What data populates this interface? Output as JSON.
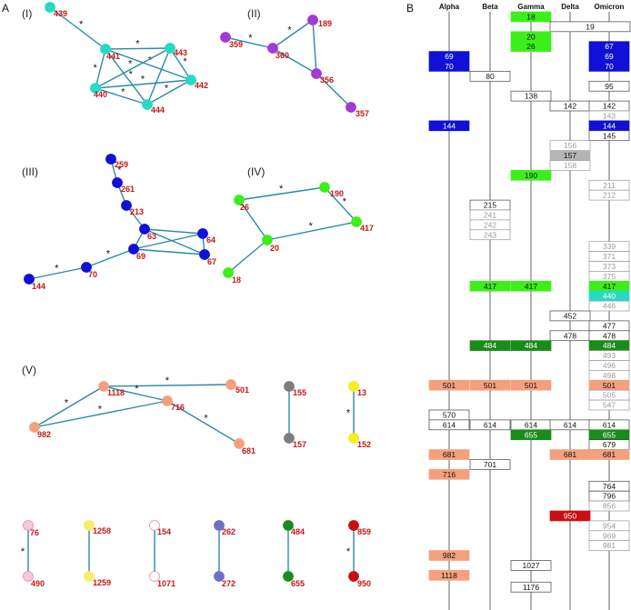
{
  "panels": {
    "a": "A",
    "b": "B"
  },
  "networks": [
    {
      "label": "(I)",
      "color": "#28d9c4",
      "nodes": [
        {
          "id": "439"
        },
        {
          "id": "441"
        },
        {
          "id": "443"
        },
        {
          "id": "440"
        },
        {
          "id": "442"
        },
        {
          "id": "444"
        }
      ],
      "edges": [
        [
          "439",
          "441",
          true
        ],
        [
          "441",
          "443",
          true
        ],
        [
          "441",
          "440",
          true
        ],
        [
          "441",
          "442",
          true
        ],
        [
          "441",
          "444",
          true
        ],
        [
          "443",
          "440",
          true
        ],
        [
          "443",
          "442",
          true
        ],
        [
          "443",
          "444",
          false
        ],
        [
          "440",
          "442",
          true
        ],
        [
          "440",
          "444",
          true
        ],
        [
          "444",
          "442",
          true
        ]
      ]
    },
    {
      "label": "(II)",
      "color": "#a23ad6",
      "nodes": [
        {
          "id": "189"
        },
        {
          "id": "359"
        },
        {
          "id": "360"
        },
        {
          "id": "356"
        },
        {
          "id": "357"
        }
      ],
      "edges": [
        [
          "359",
          "360",
          true
        ],
        [
          "360",
          "189",
          true
        ],
        [
          "189",
          "356",
          false
        ],
        [
          "360",
          "356",
          false
        ],
        [
          "356",
          "357",
          false
        ]
      ]
    },
    {
      "label": "(III)",
      "color": "#1010d8",
      "nodes": [
        {
          "id": "259"
        },
        {
          "id": "261"
        },
        {
          "id": "213"
        },
        {
          "id": "63"
        },
        {
          "id": "64"
        },
        {
          "id": "69"
        },
        {
          "id": "67"
        },
        {
          "id": "70"
        },
        {
          "id": "144"
        }
      ],
      "edges": [
        [
          "259",
          "261",
          true
        ],
        [
          "261",
          "213",
          false
        ],
        [
          "213",
          "63",
          false
        ],
        [
          "63",
          "64",
          false
        ],
        [
          "63",
          "69",
          false
        ],
        [
          "63",
          "67",
          false
        ],
        [
          "64",
          "69",
          false
        ],
        [
          "64",
          "67",
          false
        ],
        [
          "69",
          "67",
          false
        ],
        [
          "69",
          "70",
          true
        ],
        [
          "70",
          "144",
          true
        ]
      ]
    },
    {
      "label": "(IV)",
      "color": "#3cef1a",
      "nodes": [
        {
          "id": "26"
        },
        {
          "id": "190"
        },
        {
          "id": "417"
        },
        {
          "id": "20"
        },
        {
          "id": "18"
        }
      ],
      "edges": [
        [
          "26",
          "190",
          true
        ],
        [
          "190",
          "417",
          true
        ],
        [
          "26",
          "20",
          false
        ],
        [
          "20",
          "417",
          true
        ],
        [
          "20",
          "18",
          false
        ]
      ]
    },
    {
      "label": "(V)",
      "color": "#f4a07e",
      "nodes": [
        {
          "id": "1118"
        },
        {
          "id": "501"
        },
        {
          "id": "982"
        },
        {
          "id": "716"
        },
        {
          "id": "681"
        }
      ],
      "edges": [
        [
          "1118",
          "501",
          true
        ],
        [
          "1118",
          "982",
          true
        ],
        [
          "1118",
          "716",
          true
        ],
        [
          "982",
          "716",
          true
        ],
        [
          "716",
          "681",
          true
        ]
      ]
    },
    {
      "label": "",
      "color": "#7e7e7e",
      "nodes": [
        {
          "id": "155"
        },
        {
          "id": "157"
        }
      ],
      "edges": [
        [
          "155",
          "157",
          false
        ]
      ]
    },
    {
      "label": "",
      "color": "#f4ef1e",
      "nodes": [
        {
          "id": "13"
        },
        {
          "id": "152"
        }
      ],
      "edges": [
        [
          "13",
          "152",
          true
        ]
      ]
    },
    {
      "label": "",
      "color": "#f9c8de",
      "nodes": [
        {
          "id": "76"
        },
        {
          "id": "490"
        }
      ],
      "edges": [
        [
          "76",
          "490",
          true
        ]
      ]
    },
    {
      "label": "",
      "color": "#f6ee6a",
      "nodes": [
        {
          "id": "1258"
        },
        {
          "id": "1259"
        }
      ],
      "edges": [
        [
          "1258",
          "1259",
          false
        ]
      ]
    },
    {
      "label": "",
      "color": "#ffffff",
      "nodes": [
        {
          "id": "154"
        },
        {
          "id": "1071"
        }
      ],
      "edges": [
        [
          "154",
          "1071",
          false
        ]
      ]
    },
    {
      "label": "",
      "color": "#7070c8",
      "nodes": [
        {
          "id": "262"
        },
        {
          "id": "272"
        }
      ],
      "edges": [
        [
          "262",
          "272",
          false
        ]
      ]
    },
    {
      "label": "",
      "color": "#1a8c1a",
      "nodes": [
        {
          "id": "484"
        },
        {
          "id": "655"
        }
      ],
      "edges": [
        [
          "484",
          "655",
          false
        ]
      ]
    },
    {
      "label": "",
      "color": "#c81010",
      "nodes": [
        {
          "id": "859"
        },
        {
          "id": "950"
        }
      ],
      "edges": [
        [
          "859",
          "950",
          true
        ]
      ]
    }
  ],
  "table": {
    "columns": [
      "Alpha",
      "Beta",
      "Gamma",
      "Delta",
      "Omicron"
    ],
    "fill_colors": {
      "cyan": "#28d9c4",
      "blue": "#1010d8",
      "green": "#3cef1a",
      "dkgreen": "#1a8c1a",
      "salmon": "#f4a07e",
      "red": "#c81010",
      "gray": "#b4b4b4"
    },
    "rows": [
      {
        "cells": [
          null,
          null,
          {
            "t": "18",
            "c": "green"
          },
          null,
          null
        ]
      },
      {
        "cells": [
          null,
          null,
          null,
          {
            "t": "19",
            "c": "white",
            "span": 2
          },
          null
        ]
      },
      {
        "cells": [
          null,
          null,
          {
            "t": "20",
            "c": "green"
          },
          null,
          null
        ]
      },
      {
        "cells": [
          null,
          null,
          {
            "t": "26",
            "c": "green"
          },
          null,
          {
            "t": "67",
            "c": "blue"
          }
        ]
      },
      {
        "cells": [
          {
            "t": "69",
            "c": "blue"
          },
          null,
          null,
          null,
          {
            "t": "69",
            "c": "blue"
          }
        ]
      },
      {
        "cells": [
          {
            "t": "70",
            "c": "blue"
          },
          null,
          null,
          null,
          {
            "t": "70",
            "c": "blue"
          }
        ]
      },
      {
        "cells": [
          null,
          {
            "t": "80",
            "c": "white"
          },
          null,
          null,
          null
        ]
      },
      {
        "cells": [
          null,
          null,
          null,
          null,
          {
            "t": "95",
            "c": "white"
          }
        ]
      },
      {
        "cells": [
          null,
          null,
          {
            "t": "138",
            "c": "white"
          },
          null,
          null
        ]
      },
      {
        "cells": [
          null,
          null,
          null,
          {
            "t": "142",
            "c": "white"
          },
          {
            "t": "142",
            "c": "white"
          }
        ]
      },
      {
        "cells": [
          null,
          null,
          null,
          null,
          {
            "t": "143",
            "c": "faint"
          }
        ]
      },
      {
        "cells": [
          {
            "t": "144",
            "c": "blue"
          },
          null,
          null,
          null,
          {
            "t": "144",
            "c": "blue"
          }
        ]
      },
      {
        "cells": [
          null,
          null,
          null,
          null,
          {
            "t": "145",
            "c": "white"
          }
        ]
      },
      {
        "cells": [
          null,
          null,
          null,
          {
            "t": "156",
            "c": "faint"
          },
          null
        ]
      },
      {
        "cells": [
          null,
          null,
          null,
          {
            "t": "157",
            "c": "gray"
          },
          null
        ]
      },
      {
        "cells": [
          null,
          null,
          null,
          {
            "t": "158",
            "c": "faint"
          },
          null
        ]
      },
      {
        "cells": [
          null,
          null,
          {
            "t": "190",
            "c": "green"
          },
          null,
          null
        ]
      },
      {
        "cells": [
          null,
          null,
          null,
          null,
          {
            "t": "211",
            "c": "faint"
          }
        ]
      },
      {
        "cells": [
          null,
          null,
          null,
          null,
          {
            "t": "212",
            "c": "faint"
          }
        ]
      },
      {
        "cells": [
          null,
          {
            "t": "215",
            "c": "white"
          },
          null,
          null,
          null
        ]
      },
      {
        "cells": [
          null,
          {
            "t": "241",
            "c": "faint"
          },
          null,
          null,
          null
        ]
      },
      {
        "cells": [
          null,
          {
            "t": "242",
            "c": "faint"
          },
          null,
          null,
          null
        ]
      },
      {
        "cells": [
          null,
          {
            "t": "243",
            "c": "faint"
          },
          null,
          null,
          null
        ]
      },
      {
        "gap": true
      },
      {
        "cells": [
          null,
          null,
          null,
          null,
          {
            "t": "339",
            "c": "faint"
          }
        ]
      },
      {
        "cells": [
          null,
          null,
          null,
          null,
          {
            "t": "371",
            "c": "faint"
          }
        ]
      },
      {
        "cells": [
          null,
          null,
          null,
          null,
          {
            "t": "373",
            "c": "faint"
          }
        ]
      },
      {
        "cells": [
          null,
          null,
          null,
          null,
          {
            "t": "375",
            "c": "faint"
          }
        ]
      },
      {
        "cells": [
          null,
          {
            "t": "417",
            "c": "green"
          },
          {
            "t": "417",
            "c": "green"
          },
          null,
          {
            "t": "417",
            "c": "green"
          }
        ]
      },
      {
        "cells": [
          null,
          null,
          null,
          null,
          {
            "t": "440",
            "c": "cyan"
          }
        ]
      },
      {
        "cells": [
          null,
          null,
          null,
          null,
          {
            "t": "446",
            "c": "faint"
          }
        ]
      },
      {
        "cells": [
          null,
          null,
          null,
          {
            "t": "452",
            "c": "white"
          },
          null
        ]
      },
      {
        "cells": [
          null,
          null,
          null,
          null,
          {
            "t": "477",
            "c": "white"
          }
        ]
      },
      {
        "cells": [
          null,
          null,
          null,
          {
            "t": "478",
            "c": "white"
          },
          {
            "t": "478",
            "c": "white"
          }
        ]
      },
      {
        "cells": [
          null,
          {
            "t": "484",
            "c": "dkgreen"
          },
          {
            "t": "484",
            "c": "dkgreen"
          },
          null,
          {
            "t": "484",
            "c": "dkgreen"
          }
        ]
      },
      {
        "cells": [
          null,
          null,
          null,
          null,
          {
            "t": "493",
            "c": "faint"
          }
        ]
      },
      {
        "cells": [
          null,
          null,
          null,
          null,
          {
            "t": "496",
            "c": "faint"
          }
        ]
      },
      {
        "cells": [
          null,
          null,
          null,
          null,
          {
            "t": "498",
            "c": "faint"
          }
        ]
      },
      {
        "cells": [
          {
            "t": "501",
            "c": "salmon"
          },
          {
            "t": "501",
            "c": "salmon"
          },
          {
            "t": "501",
            "c": "salmon"
          },
          null,
          {
            "t": "501",
            "c": "salmon"
          }
        ]
      },
      {
        "cells": [
          null,
          null,
          null,
          null,
          {
            "t": "505",
            "c": "faint"
          }
        ]
      },
      {
        "cells": [
          null,
          null,
          null,
          null,
          {
            "t": "547",
            "c": "faint"
          }
        ]
      },
      {
        "cells": [
          {
            "t": "570",
            "c": "white"
          },
          null,
          null,
          null,
          null
        ]
      },
      {
        "cells": [
          {
            "t": "614",
            "c": "white"
          },
          {
            "t": "614",
            "c": "white"
          },
          {
            "t": "614",
            "c": "white"
          },
          {
            "t": "614",
            "c": "white"
          },
          {
            "t": "614",
            "c": "white"
          }
        ]
      },
      {
        "cells": [
          null,
          null,
          {
            "t": "655",
            "c": "dkgreen"
          },
          null,
          {
            "t": "655",
            "c": "dkgreen"
          }
        ]
      },
      {
        "cells": [
          null,
          null,
          null,
          null,
          {
            "t": "679",
            "c": "white"
          }
        ]
      },
      {
        "cells": [
          {
            "t": "681",
            "c": "salmon"
          },
          null,
          null,
          {
            "t": "681",
            "c": "salmon"
          },
          {
            "t": "681",
            "c": "salmon"
          }
        ]
      },
      {
        "cells": [
          null,
          {
            "t": "701",
            "c": "white"
          },
          null,
          null,
          null
        ]
      },
      {
        "cells": [
          {
            "t": "716",
            "c": "salmon"
          },
          null,
          null,
          null,
          null
        ]
      },
      {
        "gap": true
      },
      {
        "cells": [
          null,
          null,
          null,
          null,
          {
            "t": "764",
            "c": "white"
          }
        ]
      },
      {
        "cells": [
          null,
          null,
          null,
          null,
          {
            "t": "796",
            "c": "white"
          }
        ]
      },
      {
        "cells": [
          null,
          null,
          null,
          null,
          {
            "t": "856",
            "c": "faint"
          }
        ]
      },
      {
        "cells": [
          null,
          null,
          null,
          {
            "t": "950",
            "c": "red"
          },
          null
        ]
      },
      {
        "cells": [
          null,
          null,
          null,
          null,
          {
            "t": "954",
            "c": "faint"
          }
        ]
      },
      {
        "cells": [
          null,
          null,
          null,
          null,
          {
            "t": "969",
            "c": "faint"
          }
        ]
      },
      {
        "cells": [
          null,
          null,
          null,
          null,
          {
            "t": "981",
            "c": "faint"
          }
        ]
      },
      {
        "cells": [
          {
            "t": "982",
            "c": "salmon"
          },
          null,
          null,
          null,
          null
        ]
      },
      {
        "cells": [
          null,
          null,
          {
            "t": "1027",
            "c": "white"
          },
          null,
          null
        ]
      },
      {
        "cells": [
          {
            "t": "1118",
            "c": "salmon"
          },
          null,
          null,
          null,
          null
        ]
      },
      {
        "gap": true
      },
      {
        "cells": [
          null,
          null,
          {
            "t": "1176",
            "c": "white"
          },
          null,
          null
        ]
      }
    ]
  }
}
